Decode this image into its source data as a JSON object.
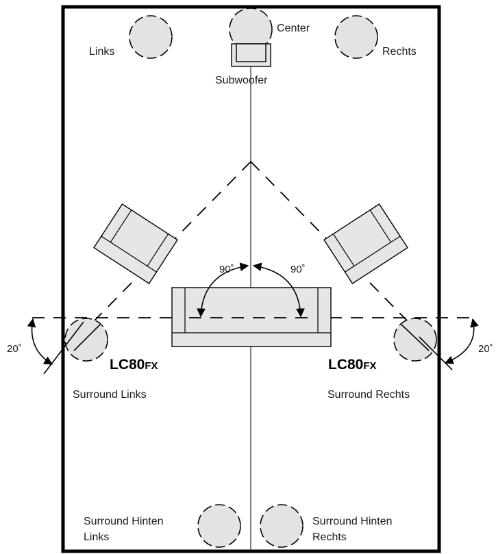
{
  "speakers": {
    "left": "Links",
    "center": "Center",
    "right": "Rechts",
    "subwoofer": "Subwoofer",
    "surround_left": "Surround Links",
    "surround_right": "Surround Rechts",
    "surround_back_left": [
      "Surround Hinten",
      "Links"
    ],
    "surround_back_right": [
      "Surround Hinten",
      "Rechts"
    ]
  },
  "model": {
    "main": "LC80",
    "suffix": "FX"
  },
  "angles": {
    "listening_left": "90˚",
    "listening_right": "90˚",
    "toe_left": "20˚",
    "toe_right": "20˚"
  },
  "colors": {
    "speaker_fill": "#e3e3e3",
    "furniture_fill": "#e6e6e6",
    "lines": "#000000"
  }
}
